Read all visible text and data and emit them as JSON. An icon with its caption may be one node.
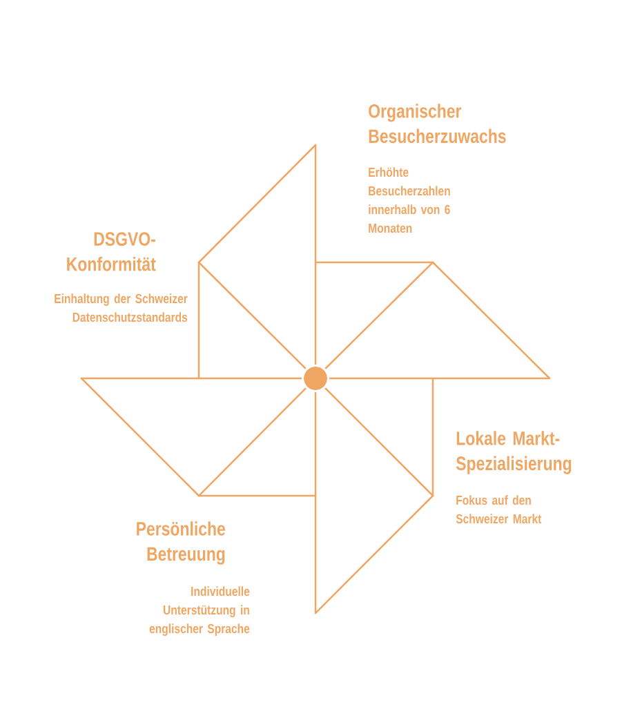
{
  "diagram": {
    "labels": [
      "Organischer Besucherzuwachs",
      "Erhöhte Besucherzahlen innerhalb von 6 Monaten",
      "DSGVO- Konformität",
      "Einhaltung der Schweizer Datenschutzstandards",
      "Lokale Markt- Spezialisierung",
      "Fokus auf den Schweizer Markt",
      "Persönliche Betreuung",
      "Individuelle Unterstützung in englischer Sprache"
    ]
  }
}
